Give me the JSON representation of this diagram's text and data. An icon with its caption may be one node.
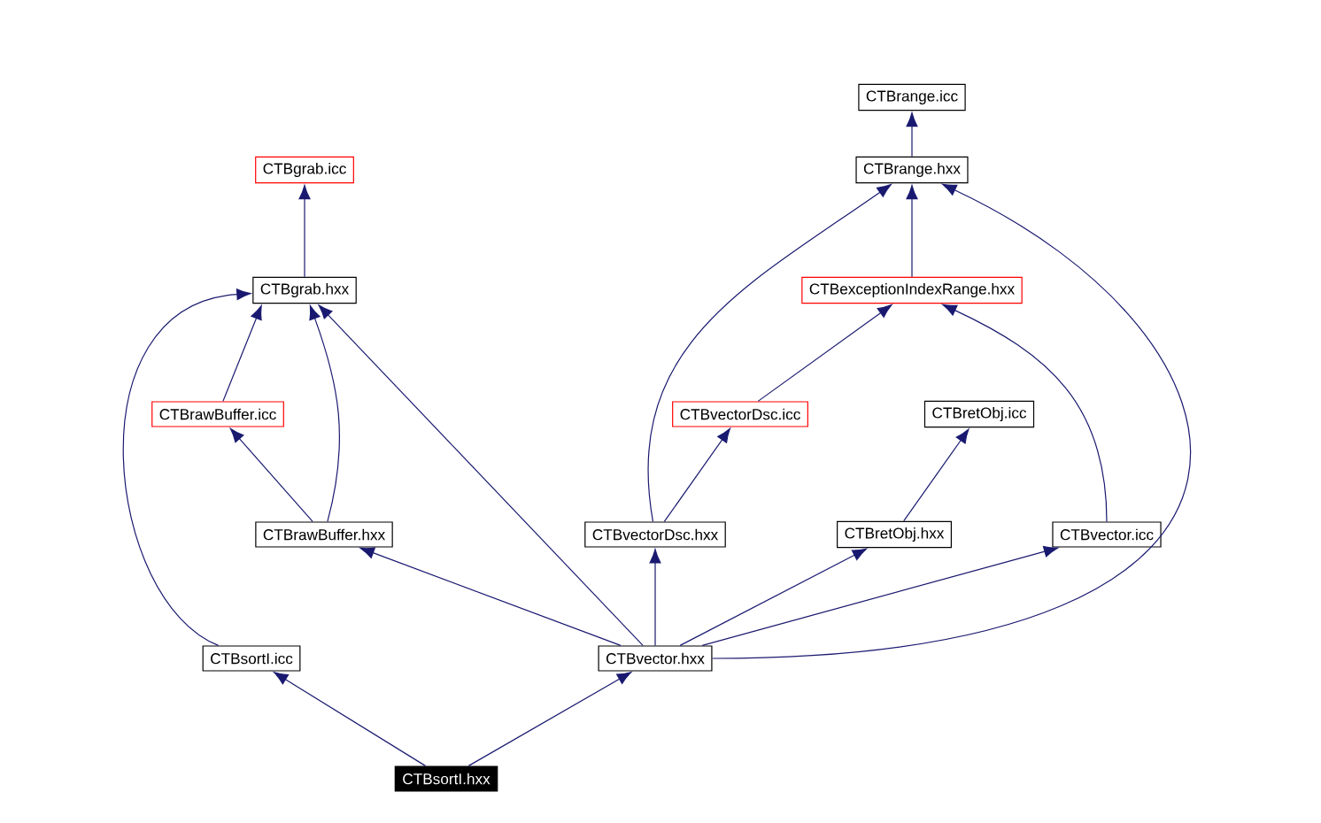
{
  "diagram": {
    "nodes": [
      {
        "text": [
          "CTBrange.icc"
        ]
      },
      {
        "text": [
          "CTBgrab.icc"
        ]
      },
      {
        "text": [
          "CTBrange.hxx"
        ]
      },
      {
        "text": [
          "CTBgrab.hxx"
        ]
      },
      {
        "text": [
          "CTBexceptionIndexRange.hxx"
        ]
      },
      {
        "text": [
          "CTBrawBuffer.icc"
        ]
      },
      {
        "text": [
          "CTBvectorDsc.icc"
        ]
      },
      {
        "text": [
          "CTBretObj.icc"
        ]
      },
      {
        "text": [
          "CTBrawBuffer.hxx"
        ]
      },
      {
        "text": [
          "CTBvectorDsc.hxx"
        ]
      },
      {
        "text": [
          "CTBretObj.hxx"
        ]
      },
      {
        "text": [
          "CTBvector.icc"
        ]
      },
      {
        "text": [
          "CTBsortI.icc"
        ]
      },
      {
        "text": [
          "CTBvector.hxx"
        ]
      },
      {
        "text": [
          "CTBsortI.hxx"
        ]
      }
    ],
    "edges": [
      {
        "from": 2,
        "to": 0,
        "arrow": "to"
      },
      {
        "from": 3,
        "to": 1,
        "arrow": "to"
      },
      {
        "from": 4,
        "to": 2,
        "arrow": "to"
      },
      {
        "from": 5,
        "to": 3,
        "arrow": "to"
      },
      {
        "from": 8,
        "to": 5,
        "arrow": "to"
      },
      {
        "from": 8,
        "to": 3,
        "arrow": "to"
      },
      {
        "from": 12,
        "to": 3,
        "arrow": "to"
      },
      {
        "from": 13,
        "to": 3,
        "arrow": "to"
      },
      {
        "from": 6,
        "to": 4,
        "arrow": "to"
      },
      {
        "from": 9,
        "to": 6,
        "arrow": "to"
      },
      {
        "from": 9,
        "to": 2,
        "arrow": "to"
      },
      {
        "from": 10,
        "to": 7,
        "arrow": "to"
      },
      {
        "from": 11,
        "to": 4,
        "arrow": "to"
      },
      {
        "from": 13,
        "to": 8,
        "arrow": "to"
      },
      {
        "from": 13,
        "to": 9,
        "arrow": "to"
      },
      {
        "from": 13,
        "to": 10,
        "arrow": "to"
      },
      {
        "from": 13,
        "to": 11,
        "arrow": "to"
      },
      {
        "from": 13,
        "to": 2,
        "arrow": "to"
      },
      {
        "from": 14,
        "to": 12,
        "arrow": "to"
      },
      {
        "from": 14,
        "to": 13,
        "arrow": "to"
      }
    ]
  }
}
